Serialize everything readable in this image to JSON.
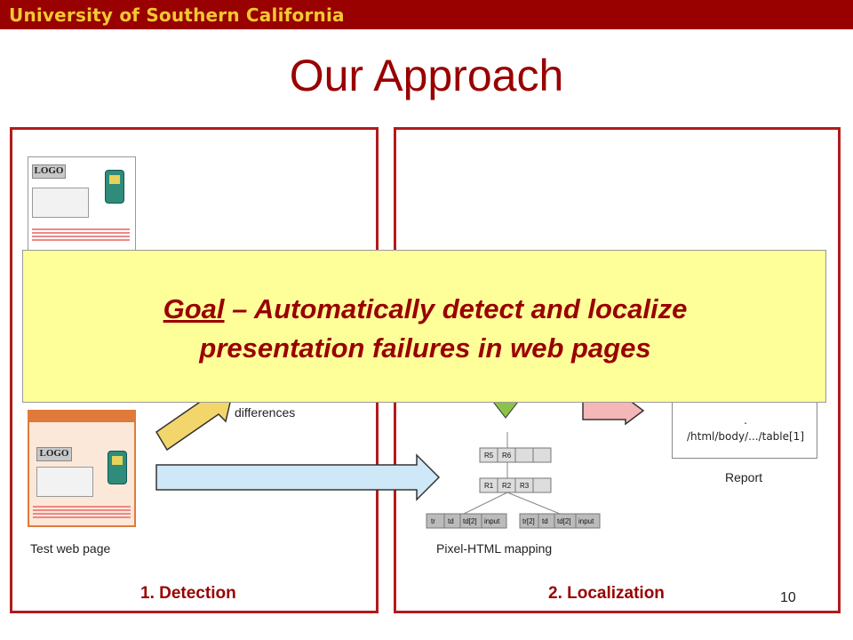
{
  "header": {
    "university": "University of Southern California"
  },
  "slide": {
    "title": "Our Approach",
    "page_number": "10"
  },
  "panels": {
    "detection_label": "1. Detection",
    "localization_label": "2. Localization"
  },
  "captions": {
    "test_web_page": "Test web page",
    "differences": "differences",
    "pixel_html_mapping": "Pixel-HTML mapping",
    "report": "Report"
  },
  "report": {
    "dot": ".",
    "xpath": "/html/body/.../table[1]"
  },
  "goal": {
    "word": "Goal",
    "line1_rest": " – Automatically detect and localize",
    "line2": "presentation failures in web pages"
  },
  "thumbnail": {
    "logo": "LOGO"
  },
  "tree": {
    "level1": [
      "R5",
      "R6",
      "",
      ""
    ],
    "level2": [
      "R1",
      "R2",
      "R3",
      ""
    ],
    "leaves_left": [
      "tr",
      "td",
      "td[2]",
      "input"
    ],
    "leaves_right": [
      "tr[2]",
      "td",
      "td[2]",
      "input"
    ]
  },
  "colors": {
    "banner": "#990000",
    "banner_text": "#f3c832",
    "accent": "#990000",
    "overlay_bg": "#ffff99",
    "arrow_blue": "#cfe8f7",
    "arrow_yellow": "#f3d66b",
    "arrow_pink": "#f4b6b6",
    "arrow_green": "#8bc34a"
  }
}
